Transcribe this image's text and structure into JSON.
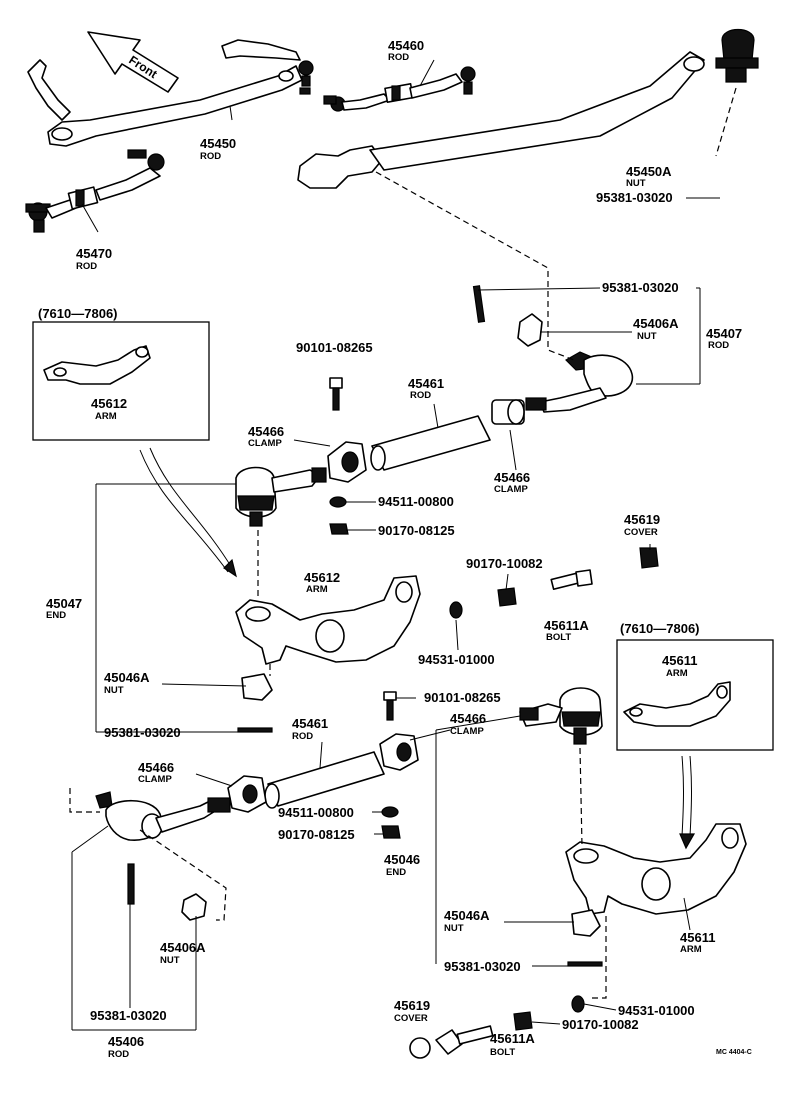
{
  "diagram": {
    "direction_label": "Front",
    "variant_boxes": [
      {
        "range": "(7610—7806)",
        "part_no": "45612",
        "name": "ARM"
      },
      {
        "range": "(7610—7806)",
        "part_no": "45611",
        "name": "ARM"
      }
    ],
    "callouts": [
      {
        "part_no": "45460",
        "name": "ROD"
      },
      {
        "part_no": "45450",
        "name": "ROD"
      },
      {
        "part_no": "45470",
        "name": "ROD"
      },
      {
        "part_no": "45450A",
        "name": "NUT"
      },
      {
        "part_no": "95381-03020",
        "name": ""
      },
      {
        "part_no": "95381-03020",
        "name": ""
      },
      {
        "part_no": "45406A",
        "name": "NUT"
      },
      {
        "part_no": "45407",
        "name": "ROD"
      },
      {
        "part_no": "90101-08265",
        "name": ""
      },
      {
        "part_no": "45461",
        "name": "ROD"
      },
      {
        "part_no": "45466",
        "name": "CLAMP"
      },
      {
        "part_no": "45466",
        "name": "CLAMP"
      },
      {
        "part_no": "94511-00800",
        "name": ""
      },
      {
        "part_no": "90170-08125",
        "name": ""
      },
      {
        "part_no": "45619",
        "name": "COVER"
      },
      {
        "part_no": "90170-10082",
        "name": ""
      },
      {
        "part_no": "45047",
        "name": "END"
      },
      {
        "part_no": "45612",
        "name": "ARM"
      },
      {
        "part_no": "45611A",
        "name": "BOLT"
      },
      {
        "part_no": "94531-01000",
        "name": ""
      },
      {
        "part_no": "45046A",
        "name": "NUT"
      },
      {
        "part_no": "95381-03020",
        "name": ""
      },
      {
        "part_no": "90101-08265",
        "name": ""
      },
      {
        "part_no": "45461",
        "name": "ROD"
      },
      {
        "part_no": "45466",
        "name": "CLAMP"
      },
      {
        "part_no": "45466",
        "name": "CLAMP"
      },
      {
        "part_no": "94511-00800",
        "name": ""
      },
      {
        "part_no": "90170-08125",
        "name": ""
      },
      {
        "part_no": "45046",
        "name": "END"
      },
      {
        "part_no": "45046A",
        "name": "NUT"
      },
      {
        "part_no": "95381-03020",
        "name": ""
      },
      {
        "part_no": "45611",
        "name": "ARM"
      },
      {
        "part_no": "94531-01000",
        "name": ""
      },
      {
        "part_no": "45619",
        "name": "COVER"
      },
      {
        "part_no": "90170-10082",
        "name": ""
      },
      {
        "part_no": "45611A",
        "name": "BOLT"
      },
      {
        "part_no": "45406A",
        "name": "NUT"
      },
      {
        "part_no": "95381-03020",
        "name": ""
      },
      {
        "part_no": "45406",
        "name": "ROD"
      }
    ],
    "drawing_code": "MC 4404-C"
  }
}
